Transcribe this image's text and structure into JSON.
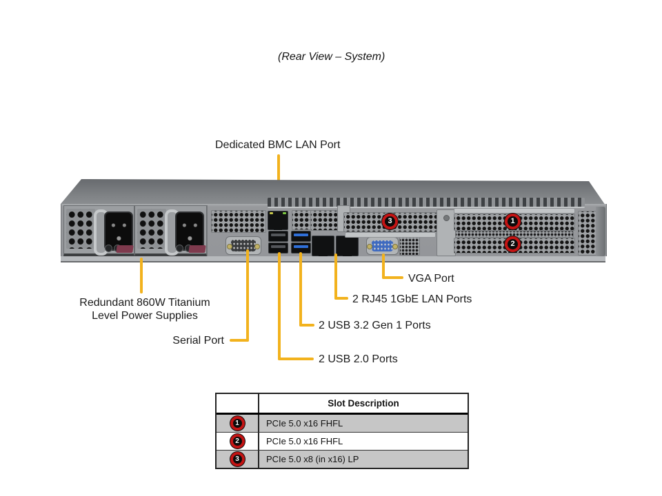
{
  "title": "(Rear View – System)",
  "callouts": {
    "bmc_lan": "Dedicated BMC LAN Port",
    "psu_line1": "Redundant 860W Titanium",
    "psu_line2": "Level Power Supplies",
    "serial": "Serial Port",
    "usb2": "2 USB 2.0 Ports",
    "usb3": "2 USB 3.2 Gen 1 Ports",
    "lan": "2 RJ45 1GbE LAN Ports",
    "vga": "VGA Port"
  },
  "chassis_markers": {
    "slot1": "1",
    "slot2": "2",
    "slot3": "3"
  },
  "slot_table": {
    "header": "Slot Description",
    "rows": [
      {
        "marker": "1",
        "description": "PCIe 5.0 x16 FHFL"
      },
      {
        "marker": "2",
        "description": "PCIe 5.0 x16 FHFL"
      },
      {
        "marker": "3",
        "description": "PCIe 5.0 x8 (in x16) LP"
      }
    ]
  },
  "colors": {
    "leader_line": "#F2B21D",
    "marker_ring": "#C41414",
    "marker_fill": "#0B0B0B",
    "table_row_gray": "#C6C6C6"
  }
}
